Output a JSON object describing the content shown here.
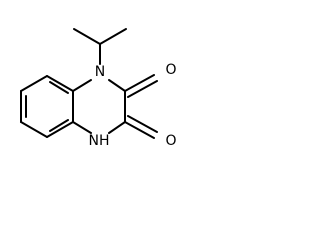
{
  "molecule": {
    "atoms": {
      "n1": "N",
      "n4": "NH",
      "o_upper": "O",
      "o_lower": "O"
    },
    "colors": {
      "bond": "#000000",
      "background": "#ffffff"
    }
  }
}
